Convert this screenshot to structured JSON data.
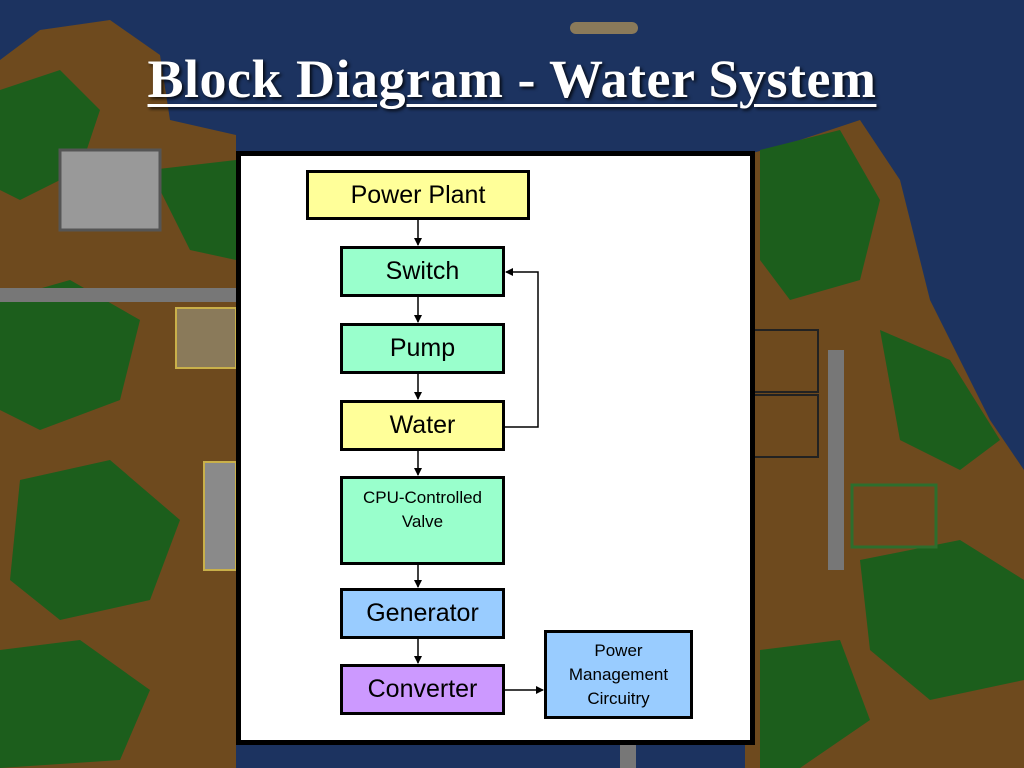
{
  "slide": {
    "title": "Block Diagram - Water System"
  },
  "colors": {
    "water": "#1c3360",
    "land_green": "#1c5e1c",
    "land_brown": "#6e4a1e",
    "panel_bg": "#ffffff",
    "yellow_block": "#ffff99",
    "green_block": "#99ffcc",
    "blue_block": "#99ccff",
    "purple_block": "#cc99ff"
  },
  "diagram": {
    "blocks": {
      "power_plant": {
        "label": "Power Plant",
        "color": "#ffff99"
      },
      "switch": {
        "label": "Switch",
        "color": "#99ffcc"
      },
      "pump": {
        "label": "Pump",
        "color": "#99ffcc"
      },
      "water": {
        "label": "Water",
        "color": "#ffff99"
      },
      "valve": {
        "label_line1": "CPU-Controlled",
        "label_line2": "Valve",
        "color": "#99ffcc"
      },
      "generator": {
        "label": "Generator",
        "color": "#99ccff"
      },
      "converter": {
        "label": "Converter",
        "color": "#cc99ff"
      },
      "pmc": {
        "label_line1": "Power",
        "label_line2": "Management",
        "label_line3": "Circuitry",
        "color": "#99ccff"
      }
    },
    "connections": [
      {
        "from": "Power Plant",
        "to": "Switch"
      },
      {
        "from": "Switch",
        "to": "Pump"
      },
      {
        "from": "Pump",
        "to": "Water"
      },
      {
        "from": "Water",
        "to": "Switch",
        "kind": "feedback"
      },
      {
        "from": "Water",
        "to": "CPU-Controlled Valve"
      },
      {
        "from": "CPU-Controlled Valve",
        "to": "Generator"
      },
      {
        "from": "Generator",
        "to": "Converter"
      },
      {
        "from": "Converter",
        "to": "Power Management Circuitry"
      }
    ]
  }
}
